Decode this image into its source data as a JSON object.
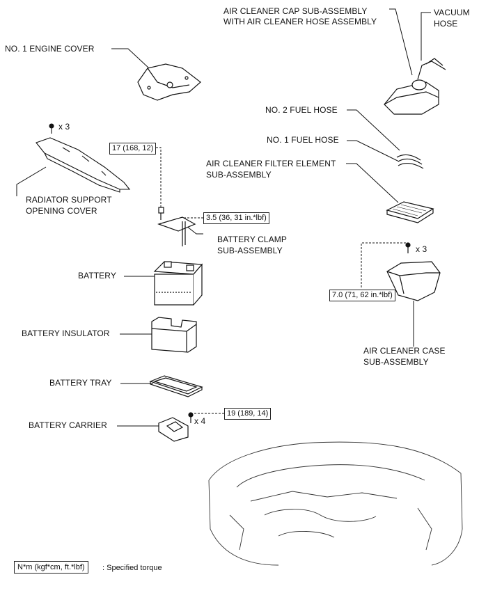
{
  "labels": {
    "engine_cover": "NO. 1 ENGINE COVER",
    "aircleaner_cap_line1": "AIR CLEANER CAP SUB-ASSEMBLY",
    "aircleaner_cap_line2": "WITH AIR CLEANER HOSE ASSEMBLY",
    "vacuum_line1": "VACUUM",
    "vacuum_line2": "HOSE",
    "fuel_hose_2": "NO. 2 FUEL HOSE",
    "fuel_hose_1": "NO. 1 FUEL HOSE",
    "filter_line1": "AIR CLEANER FILTER ELEMENT",
    "filter_line2": "SUB-ASSEMBLY",
    "radiator_line1": "RADIATOR SUPPORT",
    "radiator_line2": "OPENING COVER",
    "clamp_line1": "BATTERY CLAMP",
    "clamp_line2": "SUB-ASSEMBLY",
    "battery": "BATTERY",
    "insulator": "BATTERY INSULATOR",
    "tray": "BATTERY TRAY",
    "carrier": "BATTERY CARRIER",
    "case_line1": "AIR CLEANER CASE",
    "case_line2": "SUB-ASSEMBLY"
  },
  "counts": {
    "radiator_clips": "x 3",
    "case_bolts": "x 3",
    "carrier_bolts": "x 4"
  },
  "torques": {
    "clamp_nut": "17 (168, 12)",
    "clamp_bolt": "3.5 (36, 31 in.*lbf)",
    "case_bolt": "7.0 (71, 62 in.*lbf)",
    "carrier_bolt": "19 (189, 14)"
  },
  "legend": {
    "unit": "N*m (kgf*cm, ft.*lbf)",
    "description": ": Specified torque"
  }
}
